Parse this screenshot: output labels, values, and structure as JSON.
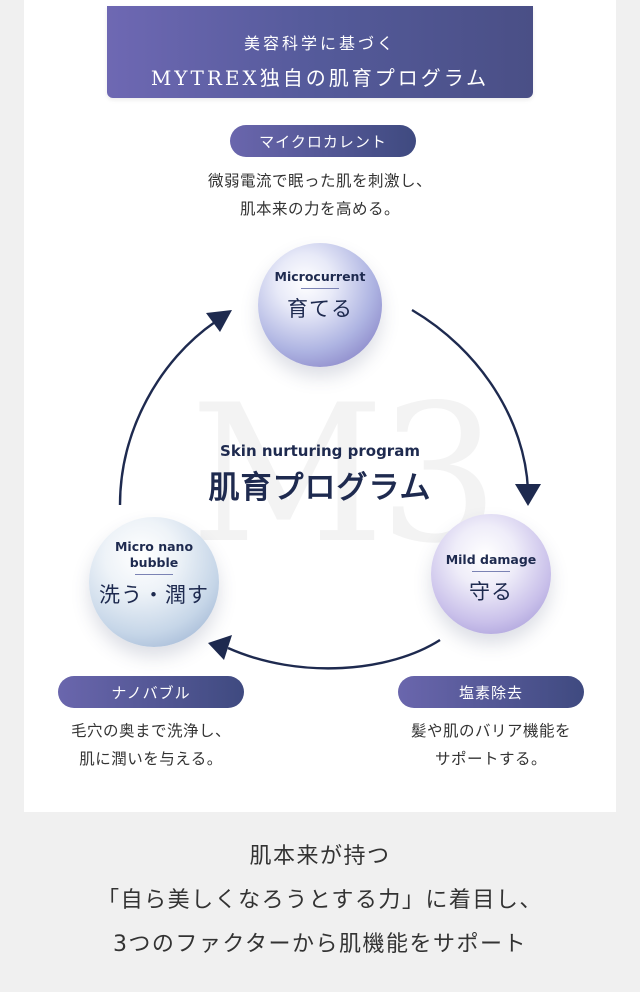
{
  "header": {
    "subtitle": "美容科学に基づく",
    "title": "MYTREX独自の肌育プログラム"
  },
  "microcurrent": {
    "pill": "マイクロカレント",
    "desc_line1": "微弱電流で眠った肌を刺激し、",
    "desc_line2": "肌本来の力を高める。",
    "sphere_en": "Microcurrent",
    "sphere_jp": "育てる"
  },
  "mild_damage": {
    "sphere_en": "Mild damage",
    "sphere_jp": "守る",
    "pill": "塩素除去",
    "desc_line1": "髪や肌のバリア機能を",
    "desc_line2": "サポートする。"
  },
  "nano_bubble": {
    "sphere_en_line1": "Micro nano",
    "sphere_en_line2": "bubble",
    "sphere_jp": "洗う・潤す",
    "pill": "ナノバブル",
    "desc_line1": "毛穴の奥まで洗浄し、",
    "desc_line2": "肌に潤いを与える。"
  },
  "center": {
    "watermark": "M3",
    "en": "Skin nurturing program",
    "jp": "肌育プログラム"
  },
  "footer": {
    "line1": "肌本来が持つ",
    "line2": "「自ら美しくなろうとする力」に着目し、",
    "line3": "3つのファクターから肌機能をサポート"
  },
  "colors": {
    "navy": "#1e2a4f",
    "banner": "#545a9a",
    "pill": "#4f5490"
  }
}
